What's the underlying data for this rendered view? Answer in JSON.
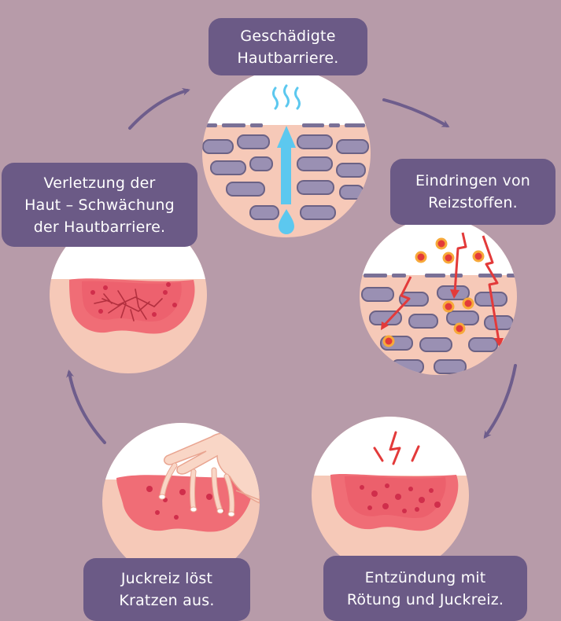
{
  "steps": [
    {
      "id": "damaged-barrier",
      "lines": [
        "Geschädigte",
        "Hautbarriere."
      ]
    },
    {
      "id": "irritants",
      "lines": [
        "Eindringen von",
        "Reizstoffen."
      ]
    },
    {
      "id": "inflammation",
      "lines": [
        "Entzündung mit",
        "Rötung und Juckreiz."
      ]
    },
    {
      "id": "scratching",
      "lines": [
        "Juckreiz löst",
        "Kratzen aus."
      ]
    },
    {
      "id": "skin-injury",
      "lines": [
        "Verletzung der",
        "Haut – Schwächung",
        "der Hautbarriere."
      ]
    }
  ],
  "colors": {
    "background": "#b79ba9",
    "label_bg": "#6b5a86",
    "label_text": "#ffffff",
    "skin": "#f6c9b8",
    "cell_fill": "#9a90b3",
    "cell_stroke": "#6b6285",
    "water": "#5cc8ef",
    "red": "#e33a3a",
    "arrow": "#6e5d8c"
  }
}
